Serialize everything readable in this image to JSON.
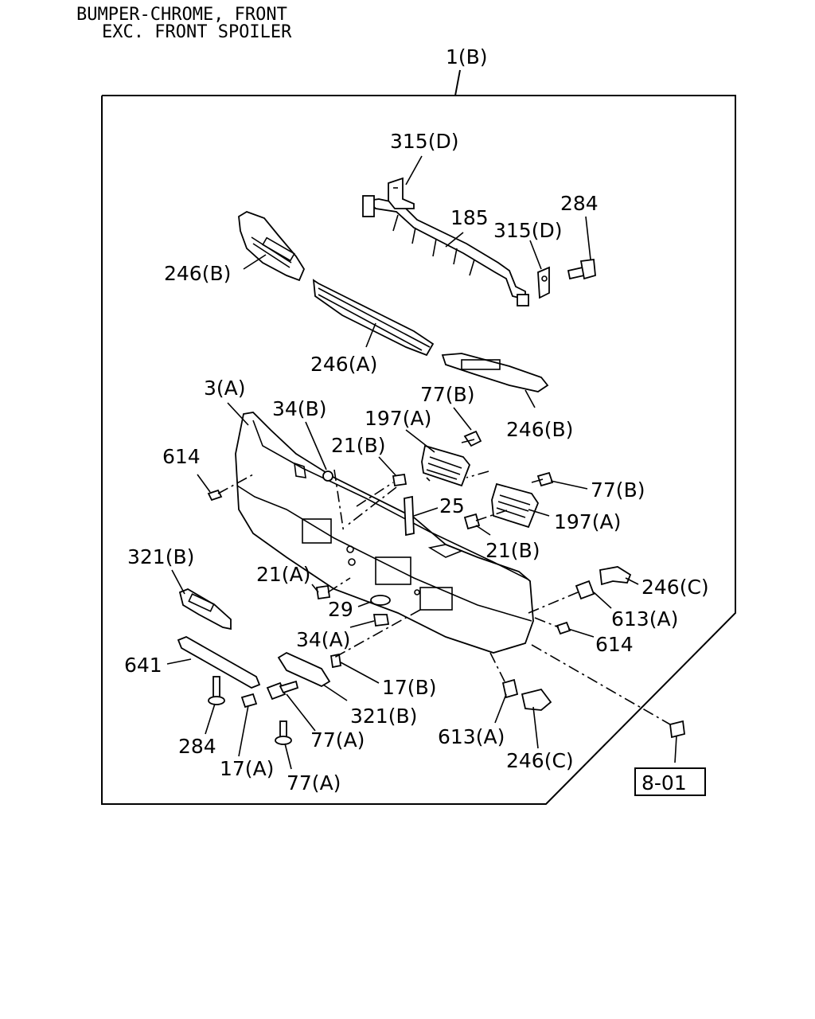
{
  "title": {
    "line1": "BUMPER-CHROME, FRONT",
    "line2": "EXC. FRONT SPOILER"
  },
  "assembly_label": "1(B)",
  "reference_box": "8-01",
  "callouts": {
    "c315d_top": "315(D)",
    "c185": "185",
    "c284_top": "284",
    "c315d_right": "315(D)",
    "c246b_left": "246(B)",
    "c246a": "246(A)",
    "c3a": "3(A)",
    "c77b_top": "77(B)",
    "c246b_right": "246(B)",
    "c34b": "34(B)",
    "c197a_top": "197(A)",
    "c21b_top": "21(B)",
    "c614_left": "614",
    "c77b_right": "77(B)",
    "c25": "25",
    "c197a_right": "197(A)",
    "c21b_right": "21(B)",
    "c321b_top": "321(B)",
    "c21a": "21(A)",
    "c246c_top": "246(C)",
    "c29": "29",
    "c613a_right": "613(A)",
    "c34a": "34(A)",
    "c614_right": "614",
    "c641": "641",
    "c17b": "17(B)",
    "c321b_bottom": "321(B)",
    "c284_bottom": "284",
    "c77a_mid": "77(A)",
    "c613a_bottom": "613(A)",
    "c246c_bottom": "246(C)",
    "c17a": "17(A)",
    "c77a_bottom": "77(A)"
  }
}
